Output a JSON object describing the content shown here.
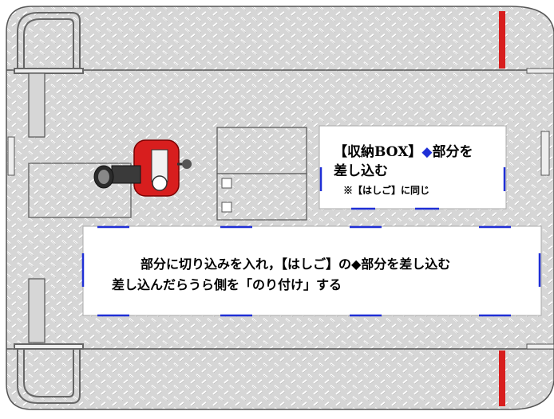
{
  "storage_box_note": {
    "title": "【収納BOX】",
    "diamond": "◆",
    "title_rest": "部分を",
    "line2": "差し込む",
    "line3": "※【はしご】に同じ"
  },
  "main_note": {
    "line1": "部分に切り込みを入れ，【はしご】の◆部分を差し込む",
    "line2": "差し込んだらうら側を「のり付け」する"
  },
  "colors": {
    "plate_fill": "#d6d6d6",
    "stripe": "#ffffff",
    "outline": "#555555",
    "accent_red": "#d81e1e",
    "accent_blue": "#1f2fd6"
  }
}
